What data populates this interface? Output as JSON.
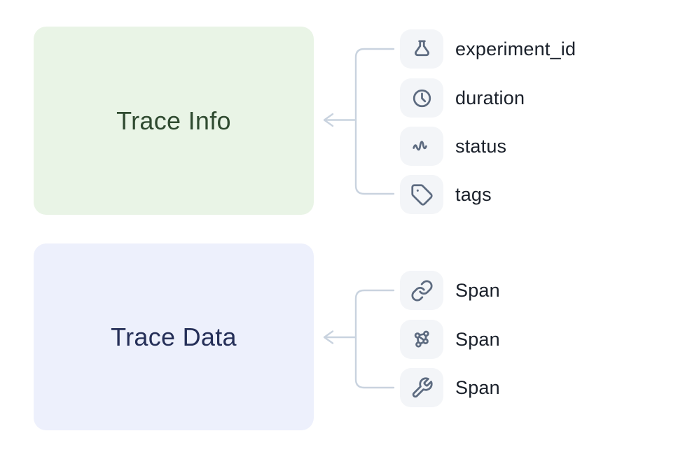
{
  "diagram": {
    "trace_info": {
      "title": "Trace Info",
      "items": [
        {
          "icon": "flask-icon",
          "label": "experiment_id"
        },
        {
          "icon": "clock-icon",
          "label": "duration"
        },
        {
          "icon": "waveform-icon",
          "label": "status"
        },
        {
          "icon": "tag-icon",
          "label": "tags"
        }
      ]
    },
    "trace_data": {
      "title": "Trace Data",
      "items": [
        {
          "icon": "link-icon",
          "label": "Span"
        },
        {
          "icon": "graph-icon",
          "label": "Span"
        },
        {
          "icon": "wrench-icon",
          "label": "Span"
        }
      ]
    }
  },
  "colors": {
    "green_bg": "#e9f4e6",
    "green_text": "#2f4a30",
    "purple_bg": "#edf0fc",
    "purple_text": "#252f58",
    "tile_bg": "#f3f5f8",
    "icon_stroke": "#5d6b80",
    "label_text": "#1a202a",
    "connector": "#c9d3df",
    "page_bg": "#ffffff"
  }
}
